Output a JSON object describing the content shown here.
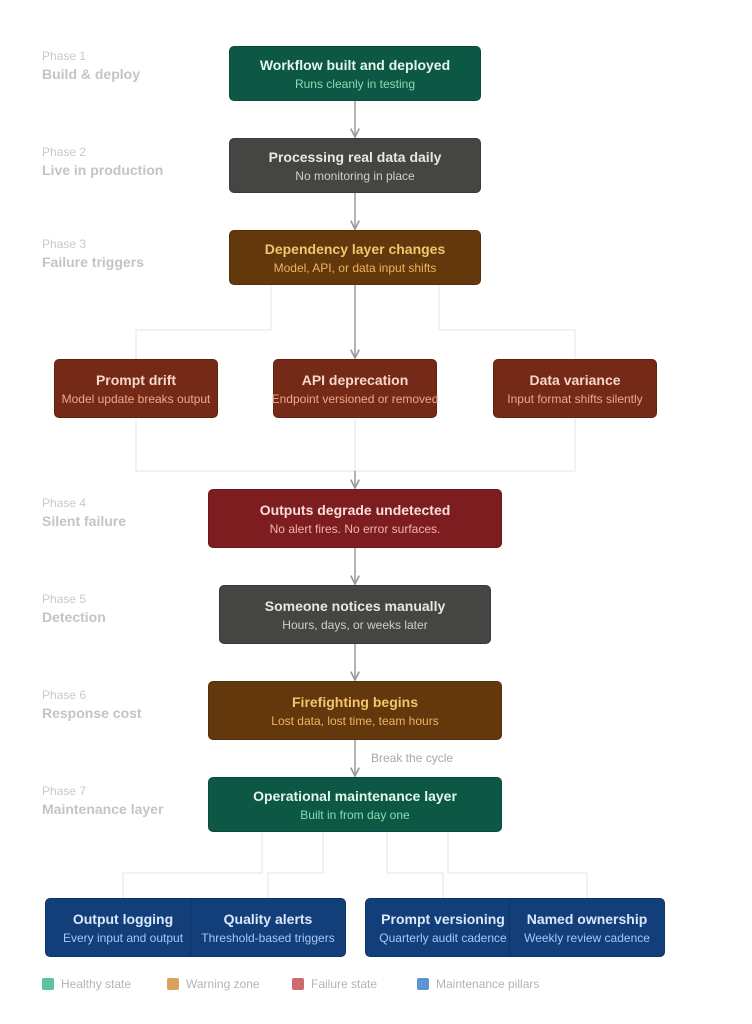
{
  "phases": [
    {
      "num": "Phase 1",
      "name": "Build & deploy"
    },
    {
      "num": "Phase 2",
      "name": "Live in production"
    },
    {
      "num": "Phase 3",
      "name": "Failure triggers"
    },
    {
      "num": "Phase 4",
      "name": "Silent failure"
    },
    {
      "num": "Phase 5",
      "name": "Detection"
    },
    {
      "num": "Phase 6",
      "name": "Response cost"
    },
    {
      "num": "Phase 7",
      "name": "Maintenance layer"
    }
  ],
  "nodes": {
    "deployed": {
      "title": "Workflow built and deployed",
      "sub": "Runs cleanly in testing"
    },
    "production": {
      "title": "Processing real data daily",
      "sub": "No monitoring in place"
    },
    "dependency": {
      "title": "Dependency layer changes",
      "sub": "Model, API, or data input shifts"
    },
    "prompt_drift": {
      "title": "Prompt drift",
      "sub": "Model update breaks output"
    },
    "api_deprecation": {
      "title": "API deprecation",
      "sub": "Endpoint versioned or removed"
    },
    "data_variance": {
      "title": "Data variance",
      "sub": "Input format shifts silently"
    },
    "degrade": {
      "title": "Outputs degrade undetected",
      "sub": "No alert fires. No error surfaces."
    },
    "notices": {
      "title": "Someone notices manually",
      "sub": "Hours, days, or weeks later"
    },
    "firefighting": {
      "title": "Firefighting begins",
      "sub": "Lost data, lost time, team hours"
    },
    "maintenance": {
      "title": "Operational maintenance layer",
      "sub": "Built in from day one"
    },
    "output_logging": {
      "title": "Output logging",
      "sub": "Every input and output"
    },
    "quality_alerts": {
      "title": "Quality alerts",
      "sub": "Threshold-based triggers"
    },
    "prompt_versioning": {
      "title": "Prompt versioning",
      "sub": "Quarterly audit cadence"
    },
    "named_ownership": {
      "title": "Named ownership",
      "sub": "Weekly review cadence"
    }
  },
  "edge_labels": {
    "break_cycle": "Break the cycle"
  },
  "legend": [
    {
      "label": "Healthy state",
      "color": "#5cc29b"
    },
    {
      "label": "Warning zone",
      "color": "#d8a35a"
    },
    {
      "label": "Failure state",
      "color": "#cd6a6c"
    },
    {
      "label": "Maintenance pillars",
      "color": "#5d95d2"
    }
  ],
  "colors": {
    "healthy": "#0d5845",
    "neutral": "#454543",
    "warning": "#63380c",
    "trigger": "#742a16",
    "failure": "#7d1d1f",
    "pillar": "#123f7a"
  }
}
